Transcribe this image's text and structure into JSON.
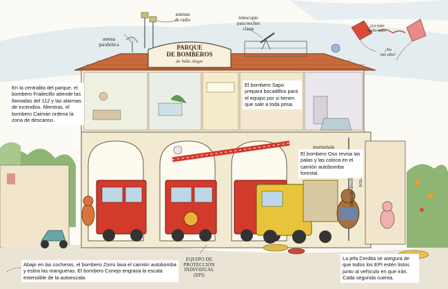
{
  "sign": {
    "line1": "PARQUE",
    "line2": "DE BOMBEROS",
    "line3": "de Valle Alegre"
  },
  "labels": {
    "antena_parabolica": [
      "antena",
      "parabólica"
    ],
    "antenas_radio": [
      "antenas",
      "de radio"
    ],
    "telescopio": [
      "telescopio",
      "para noches",
      "claras"
    ],
    "mermelada": "mermelada",
    "barra_descenso": "barra de descenso",
    "solo_bajada": "SOLO bajada",
    "epi": [
      "EQUIPO DE",
      "PROTECCIÓN",
      "INDIVIDUAL",
      "(EPI)"
    ],
    "kite_text_1": [
      "¡Lo más",
      "suelo más!"
    ],
    "kite_text_2": [
      "¡No",
      "tan alto!"
    ]
  },
  "captions": {
    "centralita": "En la centralita del parque, el bombero Frailecillo atiende las llamadas del 112 y las alarmas de incendios. Mientras, el bombero Caimán ordena la zona de descanso.",
    "sapo": "El bombero Sapo prepara bocadillos para el equipo por si tienen que salir a toda prisa.",
    "oso": "El bombero Oso revisa las palas y las coloca en el camión autobomba forestal.",
    "cocheras": "Abajo en las cocheras, el bombero Zorro lava el camión autobomba y estira las mangueras. El bombero Conejo engrasa la escala extensible de la autoescala.",
    "cerdita": "La jefa Cerdita se asegura de que todos los EPI estén listos junto al vehículo en que irán. Cada segunda cuenta."
  },
  "colors": {
    "roof": "#c96a3a",
    "wall": "#f6efdc",
    "truck_red": "#d23a2c",
    "truck_yellow": "#e9c43a",
    "sky_wash": "#cfe0ea",
    "greenery": "#8fb574",
    "caption_bg": "#ffffff"
  }
}
